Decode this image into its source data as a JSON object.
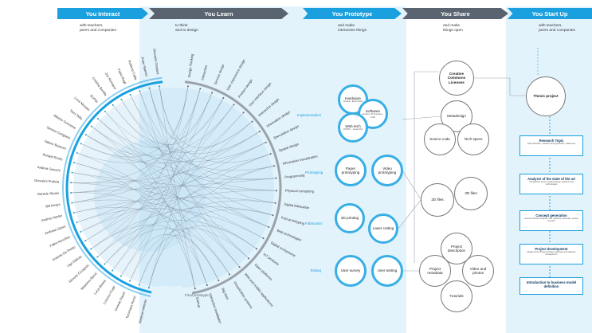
{
  "steps": [
    {
      "title": "You Interact",
      "subtitle": [
        "with teachers,",
        "peers and companies"
      ]
    },
    {
      "title": "You Learn",
      "subtitle": [
        "to think",
        "and to design"
      ]
    },
    {
      "title": "You Prototype",
      "subtitle": [
        "and make",
        "interactive things"
      ]
    },
    {
      "title": "You Share",
      "subtitle": [
        "and make",
        "things open"
      ]
    },
    {
      "title": "You Start Up",
      "subtitle": [
        "with teachers,",
        "peers and companies"
      ]
    }
  ],
  "people": [
    "Stephan Wehner",
    "Tommaso Ronzi",
    "Gunnar Rauer",
    "Lorenzo Fratti",
    "Luca Morea",
    "Massimo Banzi",
    "Simone Cicognini",
    "Ugo Delcas",
    "Antonio De Pretto",
    "Fabio Hecchini",
    "Andreas Gysin",
    "Andres Hunter",
    "Bill Keays",
    "Daniele Stuani",
    "Giovanni Profeta",
    "Andrea Grecchi",
    "Ronald Ronfo",
    "Valerio Bussoni",
    "Serena Cangiano",
    "Alberto Scorsone",
    "Tomi Tella",
    "Luca Mossini",
    "SUPSI",
    "Cristina Bonilla",
    "Zoe Romano",
    "Fabio Bagli",
    "Roberto Calla",
    "Peter Naeher",
    "Giovanni Grattoni"
  ],
  "topics": [
    "Design Thinking",
    "Interaction",
    "Service design",
    "User experience design",
    "Product design",
    "User interface design",
    "Interactive design",
    "Information design",
    "Speculative design",
    "Spatial design",
    "Information visualization",
    "Programming",
    "Physical computing",
    "Digital fabrication",
    "Fast prototyping",
    "Web technologies",
    "Digital ecosystems",
    "IoT products",
    "Open platforms",
    "Web and mobile applications",
    "Visualization systems",
    "Big data",
    "Interactive installations",
    "Startup"
  ],
  "arc_labels": {
    "people": "SUPSI people",
    "final": "Final prototype"
  },
  "sides": {
    "implementation": "Implementation",
    "prototyping": "Prototyping",
    "fabrication": "Fabrication",
    "testing": "Testing"
  },
  "proto": {
    "hardware": {
      "title": "Hardware",
      "sub": "Arduino, Electronics"
    },
    "software": {
      "title": "Software",
      "sub": "Arduino, Processing · CAD"
    },
    "webtech": {
      "title": "Web tech",
      "sub": "HTML5 · Javascript"
    },
    "paper": "Paper prototyping",
    "video": "Video prototyping",
    "printing": "3D printing",
    "laser": "Laser cutting",
    "survey": "User survey",
    "testing": "User testing"
  },
  "share": {
    "cc": "Creative Commons Licenses",
    "metadesign": "Metadesign",
    "source": "Source code",
    "techspecs": "Tech specs",
    "files2d": "2D files",
    "files3d": "3D files",
    "desc": "Project description",
    "meta": "Project metadata",
    "video": "Video and photos",
    "tutorials": "Tutorials"
  },
  "startup": {
    "thesis": "Thesis project",
    "items": [
      {
        "title": "Research Topic",
        "desc": "Topic definition, question and hypothesis, references"
      },
      {
        "title": "Analysis of the state of the art",
        "desc": "Competitors views, existing design solutions and technologies"
      },
      {
        "title": "Concept generation",
        "desc": "Connect domain analysis, user research, personas, context scenario"
      },
      {
        "title": "Project development",
        "desc": "Design and prototype testing, hardware and software development"
      },
      {
        "title": "Introduction to business model definition",
        "desc": ""
      }
    ]
  },
  "colors": {
    "blue": "#1ba0df",
    "gray": "#5a6470",
    "band": "#e3f3fc",
    "light": "#b8def4"
  }
}
